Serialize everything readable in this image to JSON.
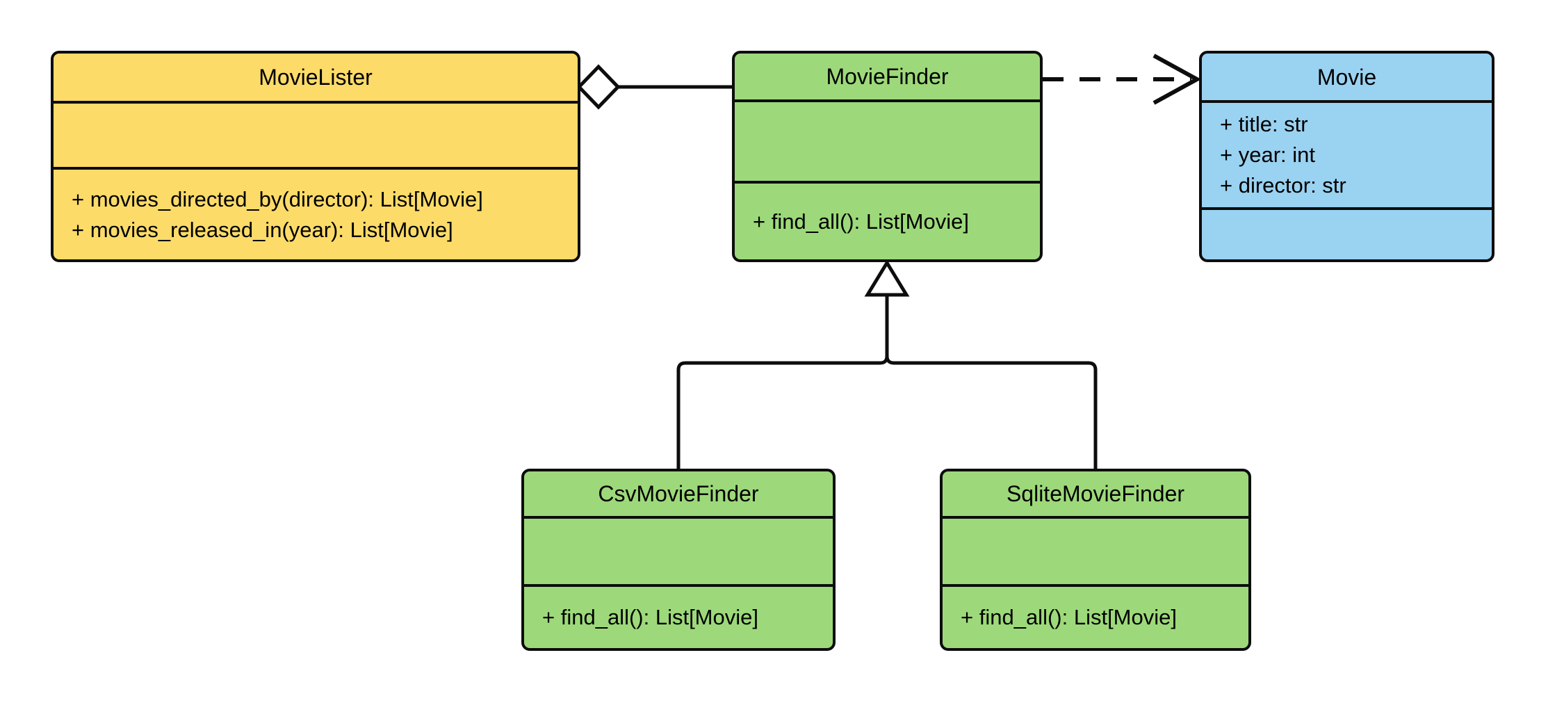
{
  "diagram": {
    "kind": "uml-class-diagram",
    "background_color": "#ffffff",
    "stroke_color": "#0d0d0d",
    "classes": [
      {
        "name": "MovieLister",
        "fill": "#fcdb69",
        "attributes": [],
        "methods": [
          "+ movies_directed_by(director): List[Movie]",
          "+ movies_released_in(year): List[Movie]"
        ]
      },
      {
        "name": "MovieFinder",
        "fill": "#9dd97a",
        "attributes": [],
        "methods": [
          "+ find_all(): List[Movie]"
        ]
      },
      {
        "name": "Movie",
        "fill": "#9ad2f1",
        "attributes": [
          "+ title: str",
          "+ year: int",
          "+ director: str"
        ],
        "methods": []
      },
      {
        "name": "CsvMovieFinder",
        "fill": "#9dd97a",
        "attributes": [],
        "methods": [
          "+ find_all(): List[Movie]"
        ]
      },
      {
        "name": "SqliteMovieFinder",
        "fill": "#9dd97a",
        "attributes": [],
        "methods": [
          "+ find_all(): List[Movie]"
        ]
      }
    ],
    "relationships": [
      {
        "from": "MovieLister",
        "to": "MovieFinder",
        "type": "aggregation",
        "marker": "hollow-diamond",
        "line": "solid"
      },
      {
        "from": "MovieFinder",
        "to": "Movie",
        "type": "dependency",
        "marker": "open-arrow",
        "line": "dashed"
      },
      {
        "from": "CsvMovieFinder",
        "to": "MovieFinder",
        "type": "generalization",
        "marker": "hollow-triangle",
        "line": "solid"
      },
      {
        "from": "SqliteMovieFinder",
        "to": "MovieFinder",
        "type": "generalization",
        "marker": "hollow-triangle",
        "line": "solid"
      }
    ]
  }
}
